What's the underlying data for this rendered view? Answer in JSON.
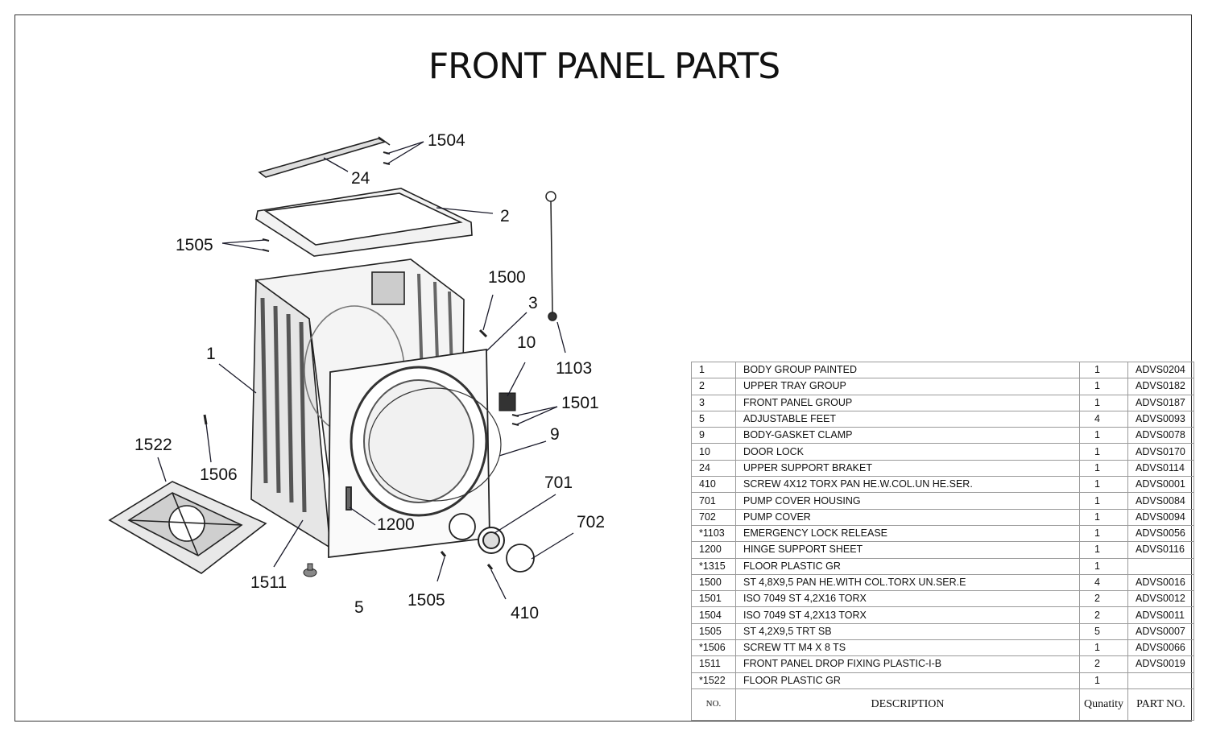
{
  "title": "FRONT PANEL PARTS",
  "callouts": {
    "c1504": "1504",
    "c24": "24",
    "c2": "2",
    "c1505a": "1505",
    "c1500": "1500",
    "c3": "3",
    "c10": "10",
    "c1103": "1103",
    "c1": "1",
    "c1501": "1501",
    "c9": "9",
    "c1522": "1522",
    "c1506": "1506",
    "c701": "701",
    "c702": "702",
    "c1200": "1200",
    "c1511": "1511",
    "c5": "5",
    "c1505b": "1505",
    "c410": "410"
  },
  "table": {
    "headers": {
      "no": "NO.",
      "description": "DESCRIPTION",
      "quantity": "Qunatity",
      "part_no": "PART NO."
    },
    "rows": [
      {
        "no": "1",
        "description": "BODY GROUP PAINTED",
        "qty": "1",
        "part": "ADVS0204"
      },
      {
        "no": "2",
        "description": "UPPER TRAY GROUP",
        "qty": "1",
        "part": "ADVS0182"
      },
      {
        "no": "3",
        "description": "FRONT PANEL GROUP",
        "qty": "1",
        "part": "ADVS0187"
      },
      {
        "no": "5",
        "description": "ADJUSTABLE FEET",
        "qty": "4",
        "part": "ADVS0093"
      },
      {
        "no": "9",
        "description": "BODY-GASKET CLAMP",
        "qty": "1",
        "part": "ADVS0078"
      },
      {
        "no": "10",
        "description": "DOOR LOCK",
        "qty": "1",
        "part": "ADVS0170"
      },
      {
        "no": "24",
        "description": "UPPER SUPPORT BRAKET",
        "qty": "1",
        "part": "ADVS0114"
      },
      {
        "no": "410",
        "description": "SCREW 4X12 TORX PAN HE.W.COL.UN HE.SER.",
        "qty": "1",
        "part": "ADVS0001"
      },
      {
        "no": "701",
        "description": "PUMP COVER HOUSING",
        "qty": "1",
        "part": "ADVS0084"
      },
      {
        "no": "702",
        "description": "PUMP COVER",
        "qty": "1",
        "part": "ADVS0094"
      },
      {
        "no": "*1103",
        "description": "EMERGENCY LOCK RELEASE",
        "qty": "1",
        "part": "ADVS0056"
      },
      {
        "no": "1200",
        "description": "HINGE SUPPORT SHEET",
        "qty": "1",
        "part": "ADVS0116"
      },
      {
        "no": "*1315",
        "description": "FLOOR PLASTIC GR",
        "qty": "1",
        "part": ""
      },
      {
        "no": "1500",
        "description": "ST 4,8X9,5 PAN HE.WITH COL.TORX UN.SER.E",
        "qty": "4",
        "part": "ADVS0016"
      },
      {
        "no": "1501",
        "description": "ISO 7049 ST 4,2X16 TORX",
        "qty": "2",
        "part": "ADVS0012"
      },
      {
        "no": "1504",
        "description": "ISO 7049 ST 4,2X13 TORX",
        "qty": "2",
        "part": "ADVS0011"
      },
      {
        "no": "1505",
        "description": "ST 4,2X9,5 TRT SB",
        "qty": "5",
        "part": "ADVS0007"
      },
      {
        "no": "*1506",
        "description": "SCREW TT M4 X 8 TS",
        "qty": "1",
        "part": "ADVS0066"
      },
      {
        "no": "1511",
        "description": "FRONT PANEL DROP FIXING PLASTIC-I-B",
        "qty": "2",
        "part": "ADVS0019"
      },
      {
        "no": "*1522",
        "description": "FLOOR PLASTIC GR",
        "qty": "1",
        "part": ""
      }
    ]
  }
}
